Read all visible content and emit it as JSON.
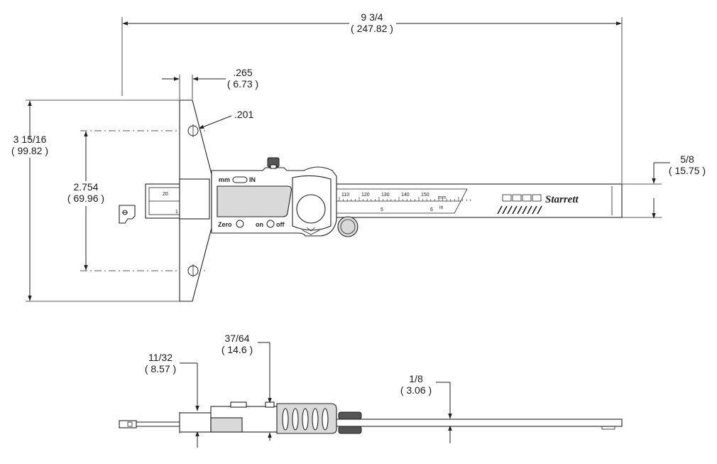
{
  "top_view": {
    "overall_length": {
      "imperial": "9 3/4",
      "metric": "( 247.82 )"
    },
    "base_thickness": {
      "imperial": ".265",
      "metric": "( 6.73 )"
    },
    "hole_diameter": ".201",
    "base_height": {
      "imperial": "3 15/16",
      "metric": "( 99.82 )"
    },
    "hole_spacing": {
      "imperial": "2.754",
      "metric": "( 69.96 )"
    },
    "blade_width": {
      "imperial": "5/8",
      "metric": "( 15.75 )"
    },
    "display": {
      "mm_label": "mm",
      "in_label": "IN",
      "zero_label": "Zero",
      "on_label": "on",
      "off_label": "off"
    },
    "brand": "Starrett",
    "scale": {
      "mm_numbers": [
        "110",
        "120",
        "130",
        "140",
        "150"
      ],
      "in_numbers": [
        "5",
        "6"
      ],
      "mm_unit": "mm",
      "in_unit": "in",
      "left_number": "20",
      "left_in_number": "1"
    }
  },
  "side_view": {
    "base_thickness": {
      "imperial": "11/32",
      "metric": "( 8.57 )"
    },
    "head_thickness": {
      "imperial": "37/64",
      "metric": "( 14.6 )"
    },
    "blade_thickness": {
      "imperial": "1/8",
      "metric": "( 3.06 )"
    }
  }
}
